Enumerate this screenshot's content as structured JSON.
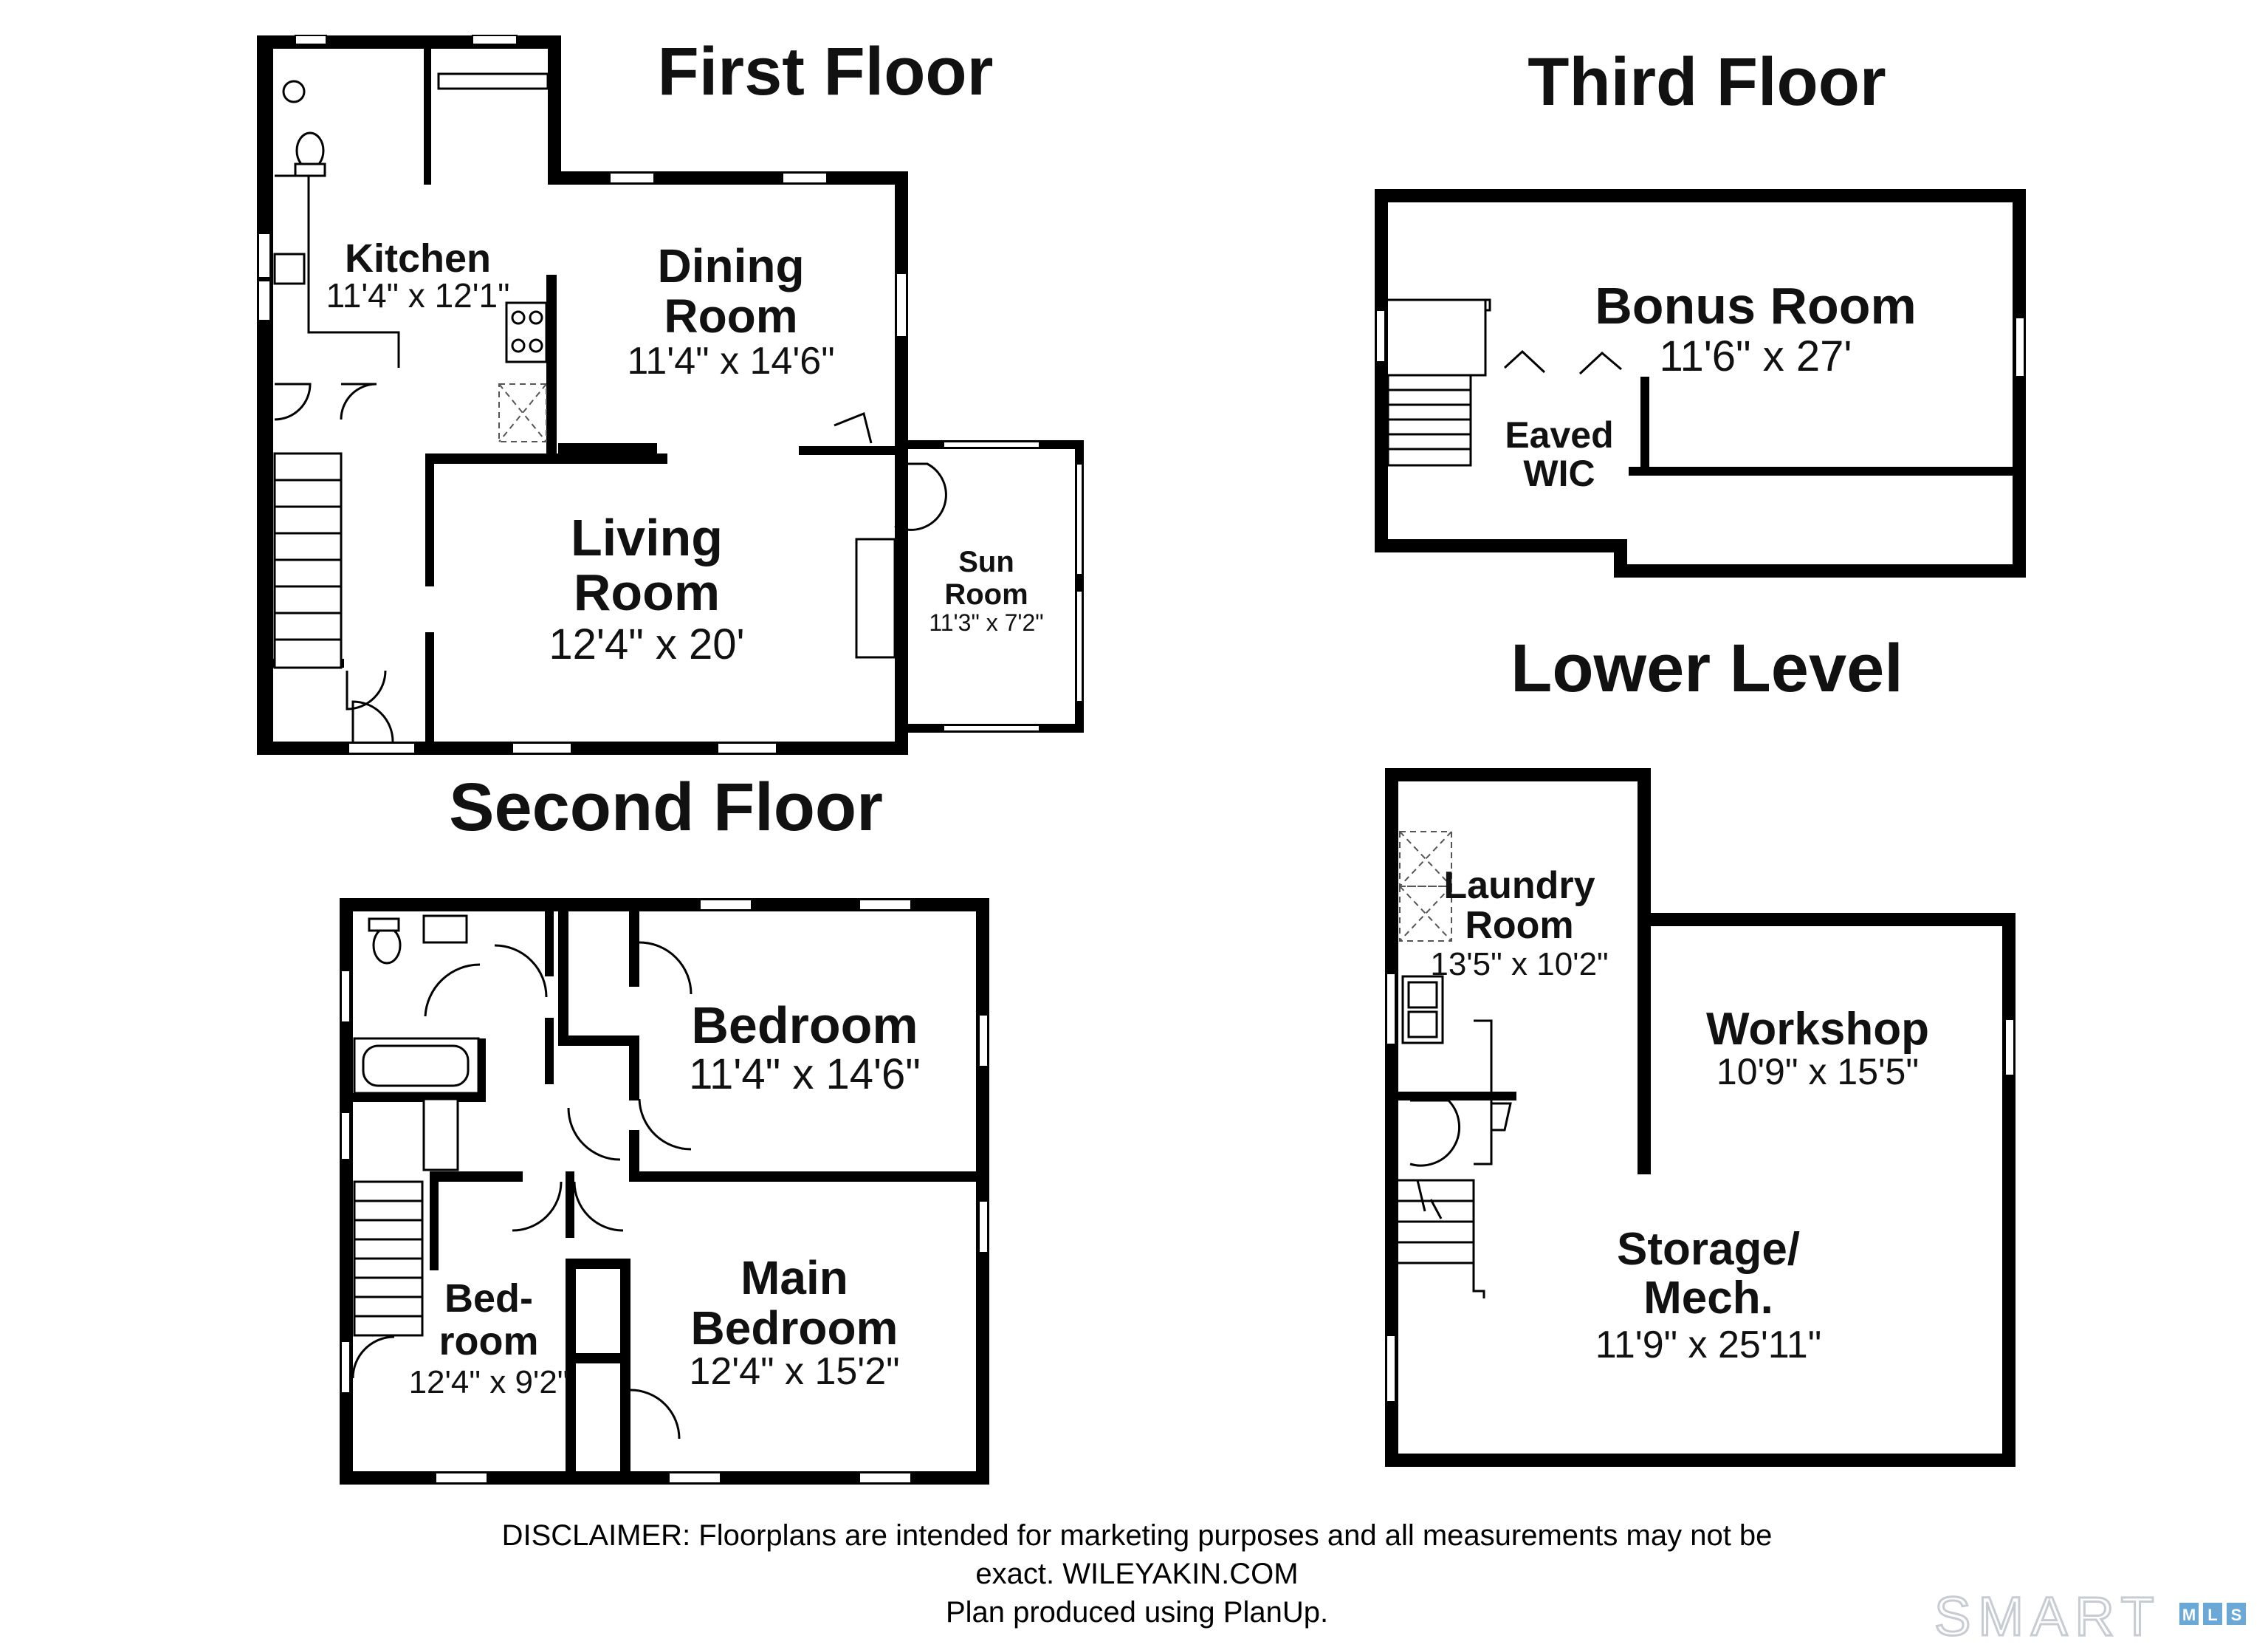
{
  "floors": {
    "first": {
      "title": "First Floor",
      "rooms": [
        {
          "name_lines": [
            "Kitchen"
          ],
          "dim": "11'4\" x 12'1\""
        },
        {
          "name_lines": [
            "Dining",
            "Room"
          ],
          "dim": "11'4\" x 14'6\""
        },
        {
          "name_lines": [
            "Living",
            "Room"
          ],
          "dim": "12'4\" x 20'"
        },
        {
          "name_lines": [
            "Sun",
            "Room"
          ],
          "dim": "11'3\" x 7'2\""
        }
      ]
    },
    "second": {
      "title": "Second Floor",
      "rooms": [
        {
          "name_lines": [
            "Bedroom"
          ],
          "dim": "11'4\" x 14'6\""
        },
        {
          "name_lines": [
            "Main",
            "Bedroom"
          ],
          "dim": "12'4\" x 15'2\""
        },
        {
          "name_lines": [
            "Bed-",
            "room"
          ],
          "dim": "12'4\" x 9'2\""
        }
      ]
    },
    "third": {
      "title": "Third Floor",
      "rooms": [
        {
          "name_lines": [
            "Bonus Room"
          ],
          "dim": "11'6\" x 27'"
        },
        {
          "name_lines": [
            "Eaved",
            "WIC"
          ],
          "dim": ""
        }
      ]
    },
    "lower": {
      "title": "Lower Level",
      "rooms": [
        {
          "name_lines": [
            "Laundry",
            "Room"
          ],
          "dim": "13'5\" x 10'2\""
        },
        {
          "name_lines": [
            "Workshop"
          ],
          "dim": "10'9\" x 15'5\""
        },
        {
          "name_lines": [
            "Storage/",
            "Mech."
          ],
          "dim": "11'9\" x 25'11\""
        }
      ]
    }
  },
  "disclaimer": {
    "line1": "DISCLAIMER: Floorplans are intended for marketing purposes and all measurements may not be",
    "line2": "exact. WILEYAKIN.COM",
    "line3": "Plan produced using PlanUp."
  },
  "logo": {
    "word": "SMART",
    "letters": [
      "M",
      "L",
      "S"
    ]
  }
}
